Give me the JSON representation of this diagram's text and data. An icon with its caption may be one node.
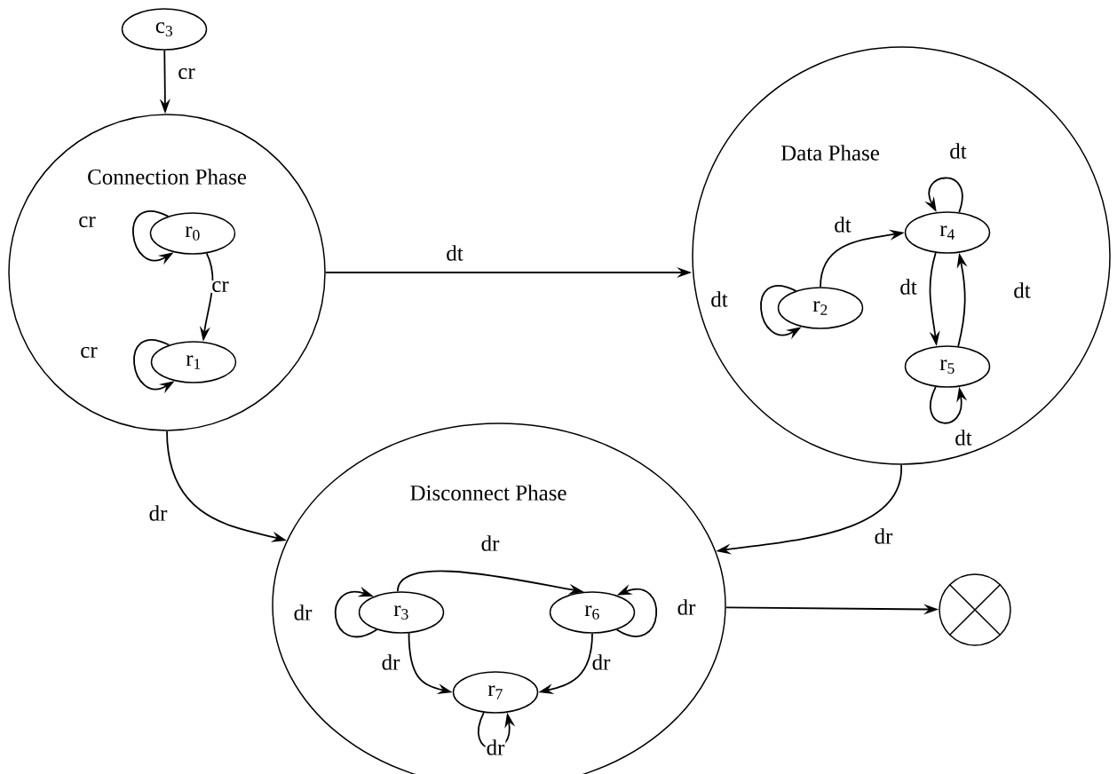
{
  "diagram": {
    "nodes": [
      {
        "text": [
          "c$_{3}$"
        ]
      },
      {
        "text": [
          "Connection Phase"
        ]
      },
      {
        "text": [
          "r$_{0}$"
        ],
        "in": 1
      },
      {
        "text": [
          "r$_{1}$"
        ],
        "in": 1
      },
      {
        "text": [
          "Data Phase"
        ]
      },
      {
        "text": [
          "r$_{4}$"
        ],
        "in": 4
      },
      {
        "text": [
          "r$_{2}$"
        ],
        "in": 4
      },
      {
        "text": [
          "r$_{5}$"
        ],
        "in": 4
      },
      {
        "text": [
          "Disconnect Phase"
        ]
      },
      {
        "text": [
          "r$_{3}$"
        ],
        "in": 8
      },
      {
        "text": [
          "r$_{6}$"
        ],
        "in": 8
      },
      {
        "text": [
          "r$_{7}$"
        ],
        "in": 8
      },
      {
        "text": [],
        "shape": "circle"
      }
    ],
    "edges": [
      {
        "from": 0,
        "to": 1,
        "arrow": "to",
        "label": "cr"
      },
      {
        "from": 2,
        "to": 2,
        "arrow": "to",
        "label": "cr"
      },
      {
        "from": 2,
        "to": 3,
        "arrow": "to",
        "label": "cr"
      },
      {
        "from": 3,
        "to": 3,
        "arrow": "to",
        "label": "cr"
      },
      {
        "from": 1,
        "to": 4,
        "arrow": "to",
        "label": "dt"
      },
      {
        "from": 5,
        "to": 5,
        "arrow": "to",
        "label": "dt"
      },
      {
        "from": 6,
        "to": 5,
        "arrow": "to",
        "label": "dt"
      },
      {
        "from": 6,
        "to": 6,
        "arrow": "to",
        "label": "dt"
      },
      {
        "from": 5,
        "to": 7,
        "arrow": "to",
        "label": "dt"
      },
      {
        "from": 7,
        "to": 5,
        "arrow": "to",
        "label": "dt"
      },
      {
        "from": 7,
        "to": 7,
        "arrow": "to",
        "label": "dt"
      },
      {
        "from": 1,
        "to": 8,
        "arrow": "to",
        "label": "dr"
      },
      {
        "from": 4,
        "to": 8,
        "arrow": "to",
        "label": "dr"
      },
      {
        "from": 9,
        "to": 10,
        "arrow": "to",
        "label": "dr"
      },
      {
        "from": 9,
        "to": 9,
        "arrow": "to",
        "label": "dr"
      },
      {
        "from": 10,
        "to": 10,
        "arrow": "to",
        "label": "dr"
      },
      {
        "from": 9,
        "to": 11,
        "arrow": "to",
        "label": "dr"
      },
      {
        "from": 10,
        "to": 11,
        "arrow": "to",
        "label": "dr"
      },
      {
        "from": 11,
        "to": 11,
        "arrow": "to",
        "label": "dr"
      },
      {
        "from": 8,
        "to": 12,
        "arrow": "to"
      }
    ]
  }
}
